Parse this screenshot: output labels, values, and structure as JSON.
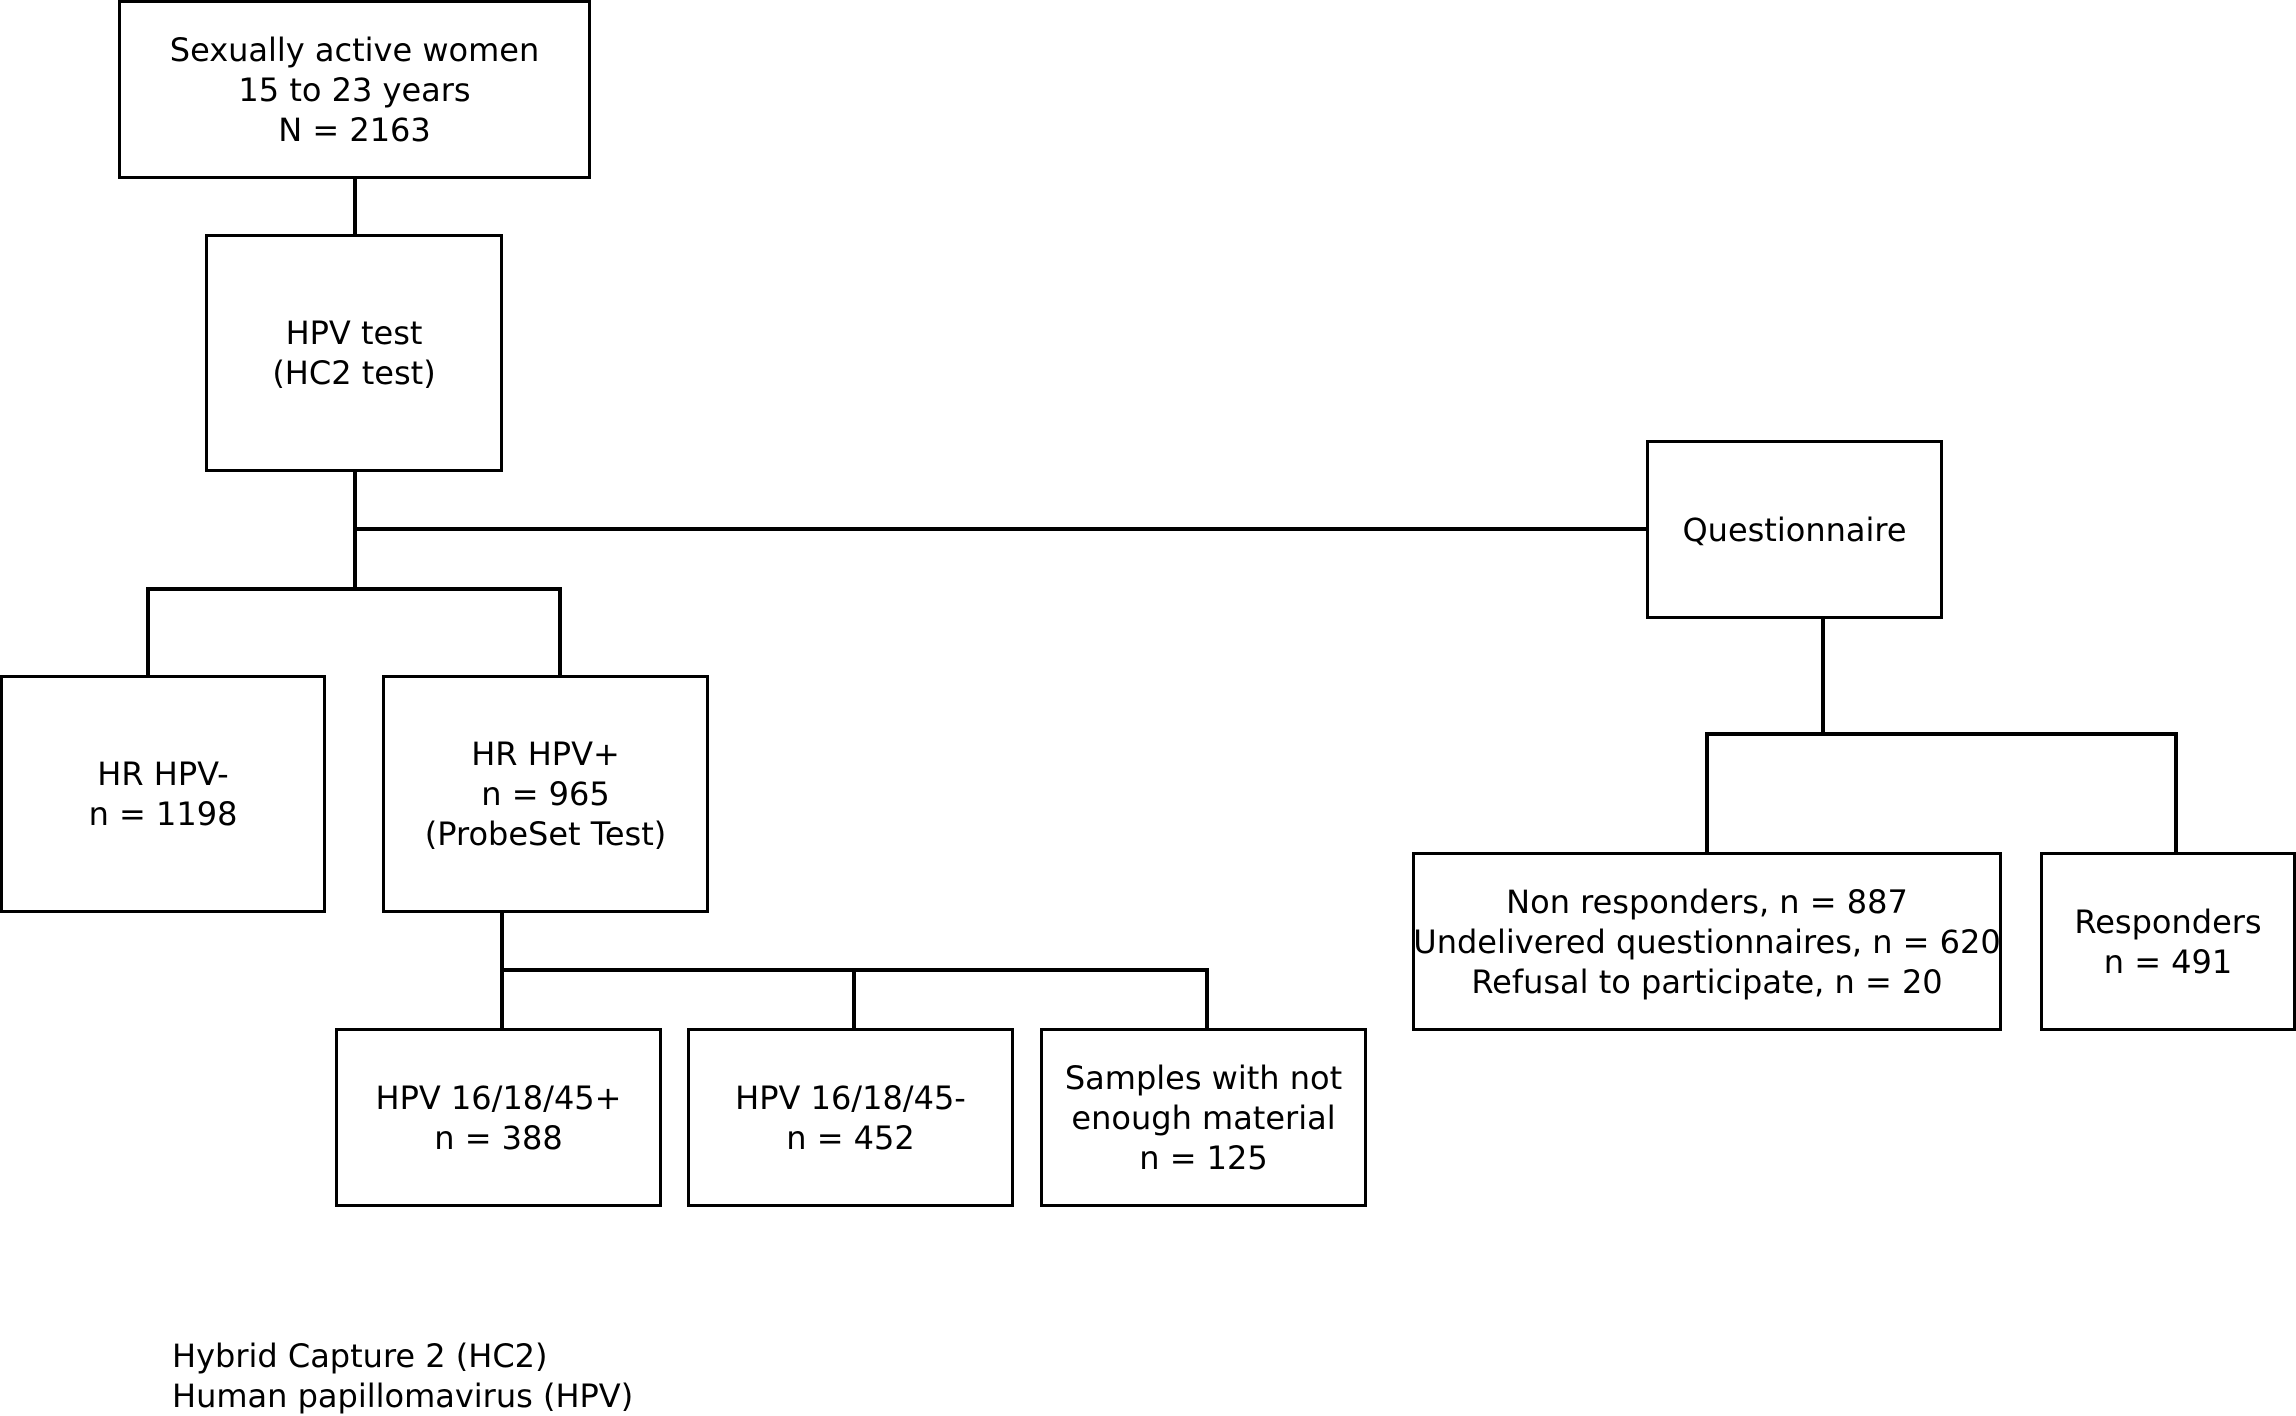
{
  "boxes": {
    "root": [
      "Sexually active women",
      "15 to 23 years",
      "N = 2163"
    ],
    "hpv_test": [
      "HPV test",
      "(HC2 test)"
    ],
    "questionnaire": [
      "Questionnaire"
    ],
    "hr_neg": [
      "HR HPV-",
      "n = 1198"
    ],
    "hr_pos": [
      "HR HPV+",
      "n = 965",
      "(ProbeSet Test)"
    ],
    "non_responders": [
      "Non responders, n = 887",
      "Undelivered questionnaires,  n = 620",
      "Refusal to participate, n = 20"
    ],
    "responders": [
      "Responders",
      "n = 491"
    ],
    "hpv_pos": [
      "HPV 16/18/45+",
      "n = 388"
    ],
    "hpv_neg": [
      "HPV 16/18/45-",
      "n = 452"
    ],
    "insufficient": [
      "Samples with not",
      "enough material",
      "n = 125"
    ]
  },
  "footnotes": [
    "Hybrid Capture 2 (HC2)",
    "Human papillomavirus  (HPV)"
  ]
}
